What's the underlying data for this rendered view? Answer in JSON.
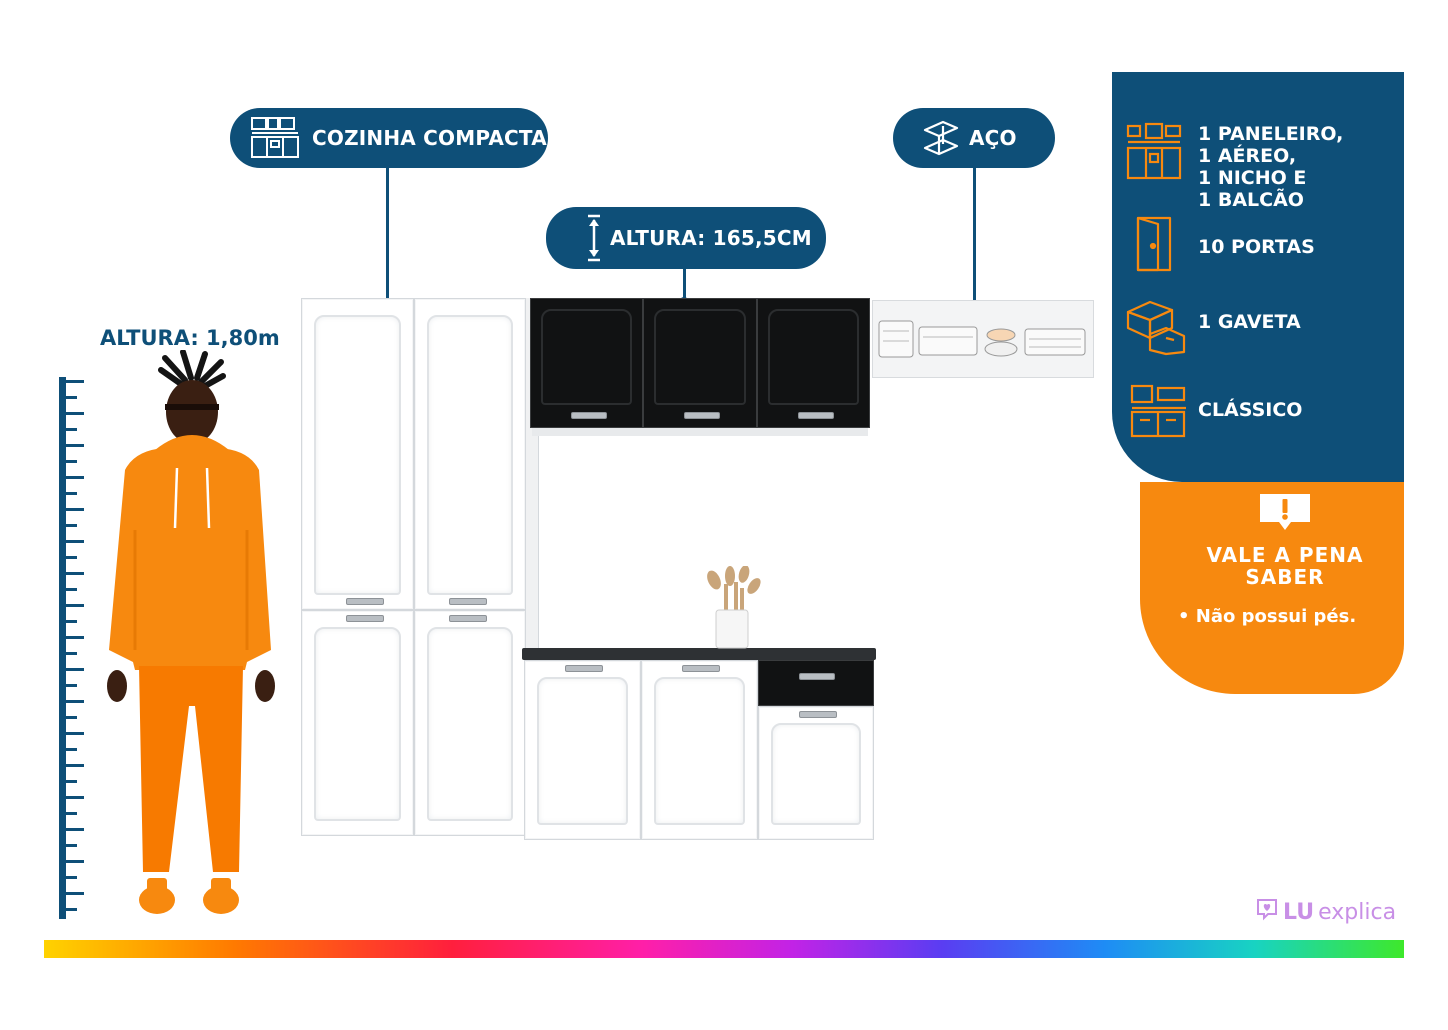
{
  "callouts": {
    "kitchen_type": "COZINHA COMPACTA",
    "height": "ALTURA: 165,5CM",
    "material": "AÇO"
  },
  "person": {
    "height_label": "ALTURA: 1,80m"
  },
  "features": [
    {
      "icon": "kitchen-modules-icon",
      "label_lines": [
        "1 PANELEIRO,",
        "1 AÉREO,",
        "1 NICHO E",
        "1 BALCÃO"
      ]
    },
    {
      "icon": "door-icon",
      "label": "10  PORTAS"
    },
    {
      "icon": "drawer-icon",
      "label": "1 GAVETA"
    },
    {
      "icon": "classic-style-icon",
      "label": "CLÁSSICO"
    }
  ],
  "tip": {
    "title_lines": [
      "VALE A PENA",
      "SABER"
    ],
    "text": "• Não possui pés."
  },
  "brand": {
    "prefix": "LU",
    "suffix": "explica"
  },
  "colors": {
    "primary": "#0e4f78",
    "accent": "#f7890f",
    "hoodie": "#f7890f",
    "cabinet_white": "#ffffff",
    "cabinet_black": "#111213"
  }
}
